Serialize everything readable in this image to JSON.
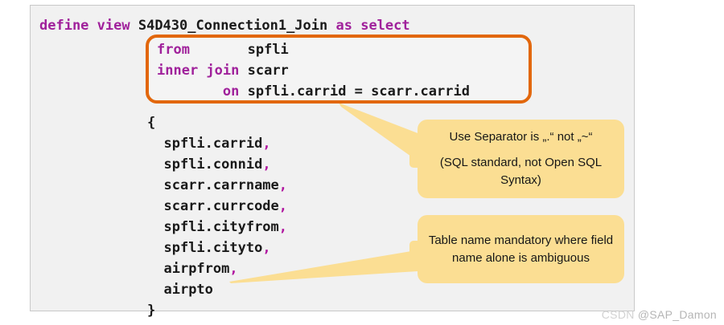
{
  "slide": {
    "title_line": {
      "kw_define": "define view",
      "view_name": "S4D430_Connection1_Join",
      "kw_as_select": "as select"
    },
    "join_box": {
      "lines": [
        {
          "keyword": "from",
          "gap": "       ",
          "operand": "spfli"
        },
        {
          "keyword": "inner join",
          "gap": " ",
          "operand": "scarr"
        },
        {
          "indent": "        ",
          "keyword": "on",
          "gap": " ",
          "operand": "spfli.carrid = scarr.carrid"
        }
      ]
    },
    "field_list": {
      "open_brace": "{",
      "fields": [
        "spfli.carrid",
        "spfli.connid",
        "scarr.carrname",
        "scarr.currcode",
        "spfli.cityfrom",
        "spfli.cityto",
        "airpfrom",
        "airpto"
      ],
      "separator": ",",
      "close_brace": "}"
    },
    "callouts": [
      {
        "id": "separator",
        "lines": [
          "Use Separator is „.“ not „~“",
          "(SQL standard, not Open SQL Syntax)"
        ]
      },
      {
        "id": "tablename",
        "lines": [
          "Table name mandatory where field name alone is ambiguous"
        ]
      }
    ],
    "watermark": {
      "csdn": "CSDN",
      "user": "@SAP_Damon"
    }
  },
  "colors": {
    "keyword": "#a0219b",
    "identifier": "#1a1a1a",
    "box_border": "#E2670C",
    "callout_bg": "#FBDE93",
    "panel_bg": "#f1f1f1",
    "connector": "#FBDE93"
  }
}
